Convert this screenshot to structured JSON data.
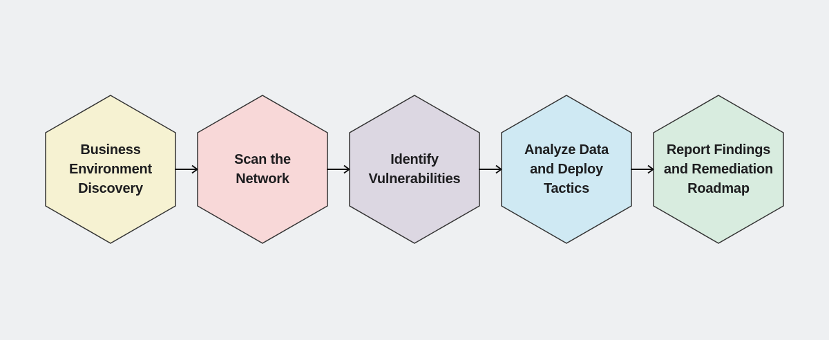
{
  "background": "#eef0f2",
  "diagram": {
    "type": "flowchart",
    "direction": "left-to-right",
    "node_shape": "hexagon",
    "border_color": "#333333",
    "text_color": "#1d1d1f",
    "arrow_color": "#111111",
    "steps": [
      {
        "label": "Business Environment Discovery",
        "lines": [
          "Business",
          "Environment",
          "Discovery"
        ],
        "fill": "#f6f2d2"
      },
      {
        "label": "Scan the Network",
        "lines": [
          "Scan the",
          "Network"
        ],
        "fill": "#f8d8d8"
      },
      {
        "label": "Identify Vulnerabilities",
        "lines": [
          "Identify",
          "Vulnerabilities"
        ],
        "fill": "#dcd7e2"
      },
      {
        "label": "Analyze Data and Deploy Tactics",
        "lines": [
          "Analyze Data",
          "and Deploy",
          "Tactics"
        ],
        "fill": "#cfe9f3"
      },
      {
        "label": "Report Findings and Remediation Roadmap",
        "lines": [
          "Report Findings",
          "and Remediation",
          "Roadmap"
        ],
        "fill": "#d8ecdf"
      }
    ]
  }
}
